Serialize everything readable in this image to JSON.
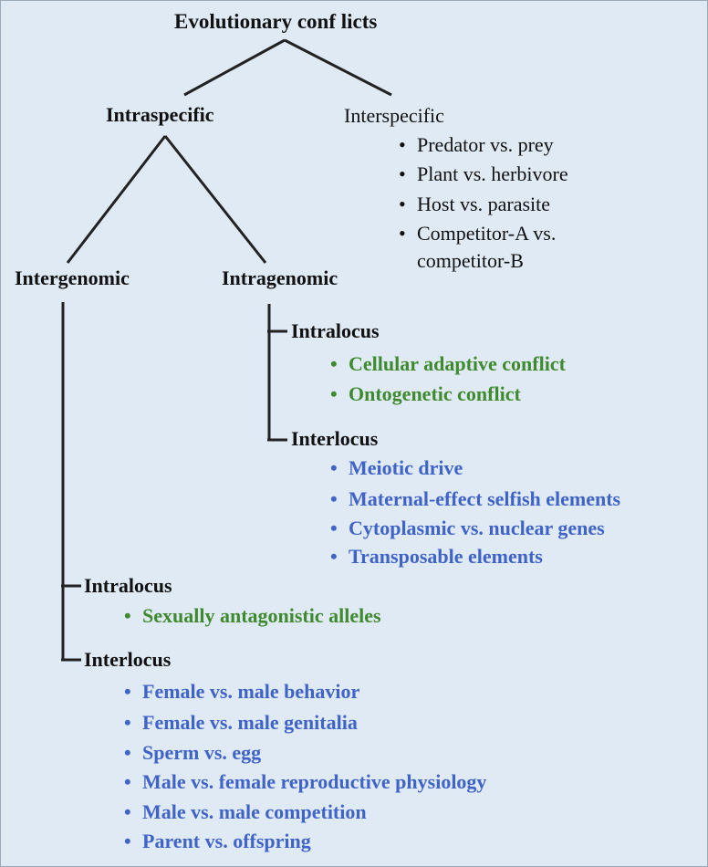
{
  "title": "Evolutionary conf licts",
  "colors": {
    "background": "#dfeaf5",
    "line": "#222222",
    "green": "#3f8a2f",
    "blue": "#3f63c6"
  },
  "bullet": "•",
  "intraspecific": {
    "label": "Intraspecific",
    "intergenomic": {
      "label": "Intergenomic",
      "intralocus": {
        "label": "Intralocus",
        "items": [
          "Sexually antagonistic alleles"
        ]
      },
      "interlocus": {
        "label": "Interlocus",
        "items": [
          "Female vs. male behavior",
          "Female vs. male genitalia",
          "Sperm vs. egg",
          "Male vs. female reproductive physiology",
          "Male vs. male competition",
          "Parent vs. offspring"
        ]
      }
    },
    "intragenomic": {
      "label": "Intragenomic",
      "intralocus": {
        "label": "Intralocus",
        "items": [
          "Cellular adaptive conflict",
          "Ontogenetic conflict"
        ]
      },
      "interlocus": {
        "label": "Interlocus",
        "items": [
          "Meiotic drive",
          "Maternal-effect selfish elements",
          "Cytoplasmic vs. nuclear genes",
          "Transposable elements"
        ]
      }
    }
  },
  "interspecific": {
    "label": "Interspecific",
    "items": [
      "Predator vs. prey",
      "Plant vs. herbivore",
      "Host vs. parasite",
      "Competitor-A vs.",
      "competitor-B"
    ]
  }
}
